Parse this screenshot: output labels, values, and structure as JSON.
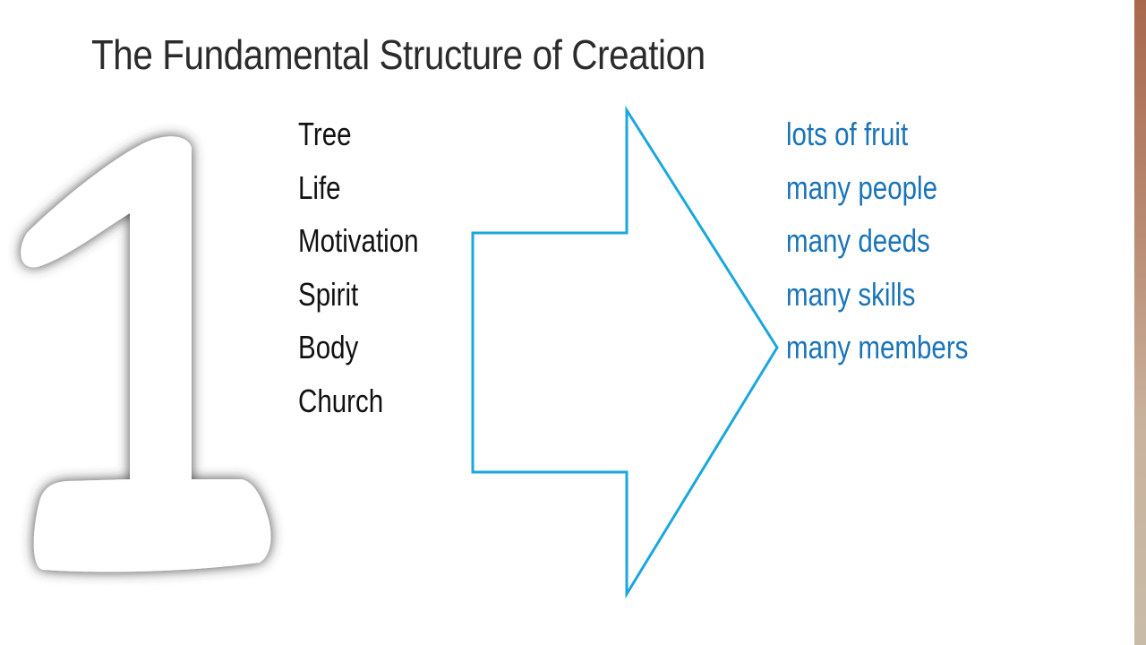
{
  "slide": {
    "title": "The Fundamental Structure of Creation",
    "numeral": "1",
    "left_items": [
      "Tree",
      "Life",
      "Motivation",
      "Spirit",
      "Body",
      "Church"
    ],
    "right_items": [
      "lots of fruit",
      "many people",
      "many deeds",
      "many skills",
      "many members"
    ],
    "colors": {
      "title": "#2b2b2b",
      "left_text": "#111111",
      "right_text": "#1a74b8",
      "arrow_outline": "#1aa7de",
      "numeral_fill": "#ffffff",
      "numeral_shadow": "#3a3a3a"
    }
  }
}
